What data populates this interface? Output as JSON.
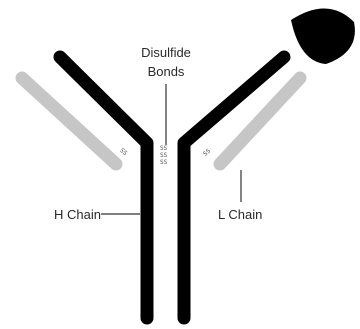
{
  "diagram": {
    "labels": {
      "disulfide_line1": "Disulfide",
      "disulfide_line2": "Bonds",
      "h_chain": "H Chain",
      "l_chain": "L Chain"
    },
    "disulfide_marker": "SS",
    "colors": {
      "heavy_chain": "#000000",
      "light_chain": "#c6c6c6",
      "antigen": "#000000"
    }
  }
}
